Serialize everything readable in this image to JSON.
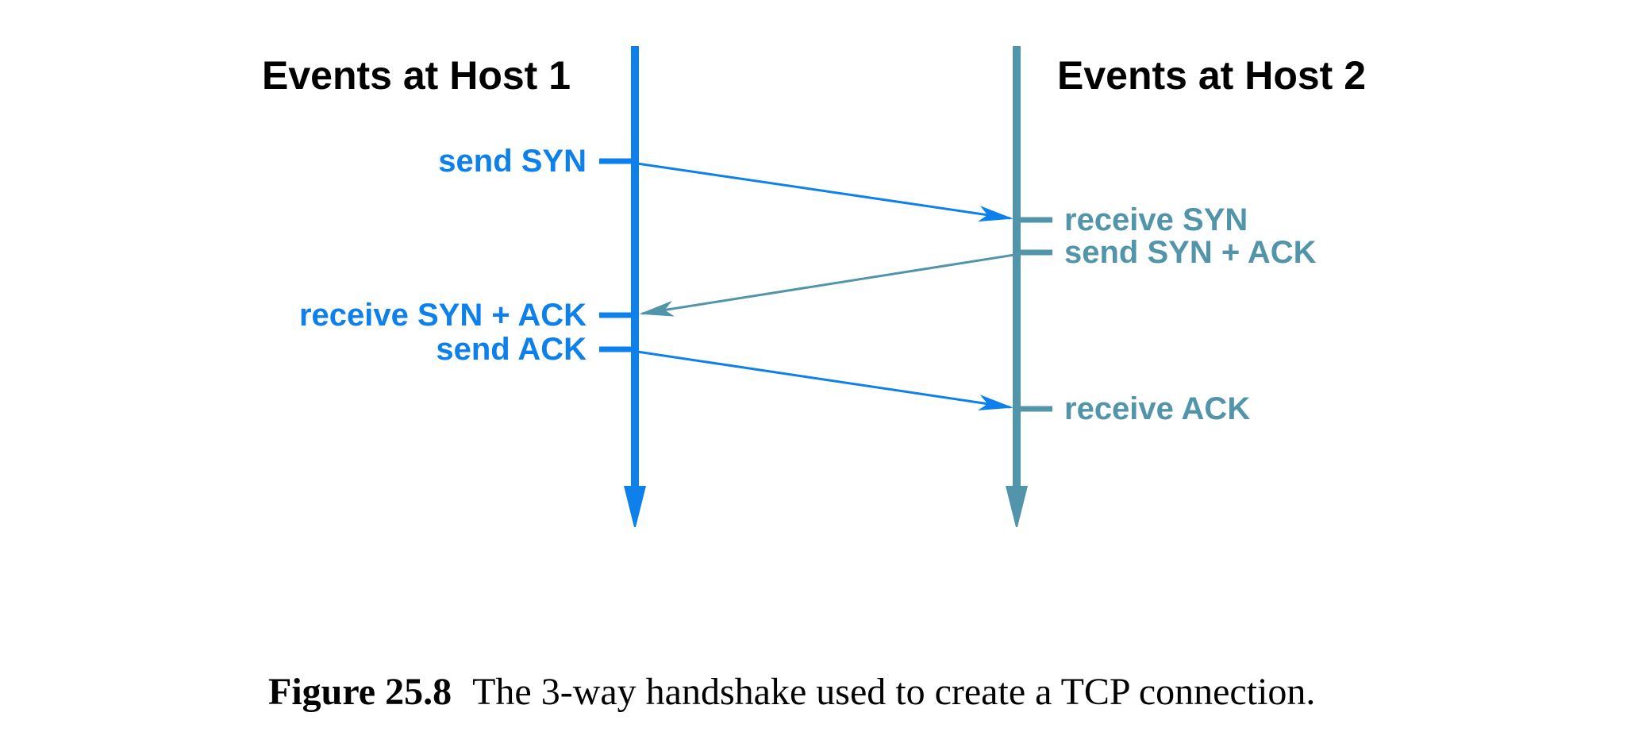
{
  "diagram": {
    "host1": {
      "title": "Events at Host 1",
      "events": {
        "send_syn": "send SYN",
        "receive_syn_ack": "receive SYN + ACK",
        "send_ack": "send ACK"
      }
    },
    "host2": {
      "title": "Events at Host 2",
      "events": {
        "receive_syn": "receive SYN",
        "send_syn_ack": "send SYN + ACK",
        "receive_ack": "receive ACK"
      }
    },
    "arrows": [
      {
        "from": "host1.send_syn",
        "to": "host2.receive_syn"
      },
      {
        "from": "host2.send_syn_ack",
        "to": "host1.receive_syn_ack"
      },
      {
        "from": "host1.send_ack",
        "to": "host2.receive_ack"
      }
    ],
    "colors": {
      "host1_accent": "#0d80ec",
      "host2_accent": "#5295aa",
      "title_text": "#000000"
    }
  },
  "caption": {
    "label": "Figure 25.8",
    "text": "The 3-way handshake used to create a TCP connection."
  }
}
